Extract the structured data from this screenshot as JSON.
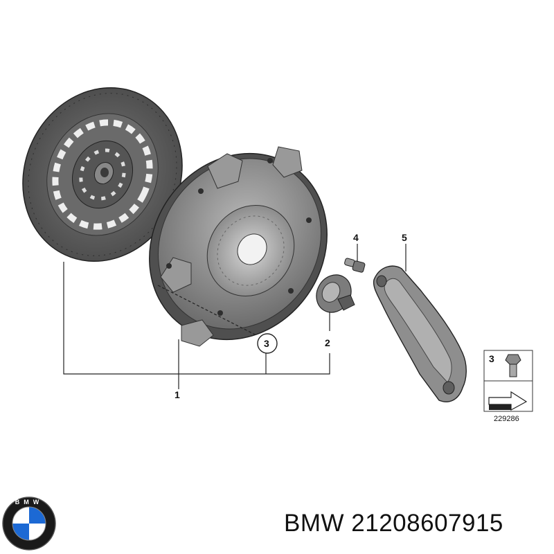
{
  "diagram": {
    "callouts": {
      "part_1": "1",
      "part_2": "2",
      "part_3": "3",
      "part_4": "4",
      "part_5": "5"
    },
    "inset": {
      "part_number": "3",
      "reference_code": "229286"
    }
  },
  "footer": {
    "brand": "BMW",
    "part_number": "21208607915",
    "logo_letters": "BMW"
  },
  "colors": {
    "part_dark": "#5a5a5a",
    "part_mid": "#8a8a8a",
    "part_light": "#bdbdbd",
    "line": "#222222",
    "logo_blue": "#1c69d4"
  }
}
